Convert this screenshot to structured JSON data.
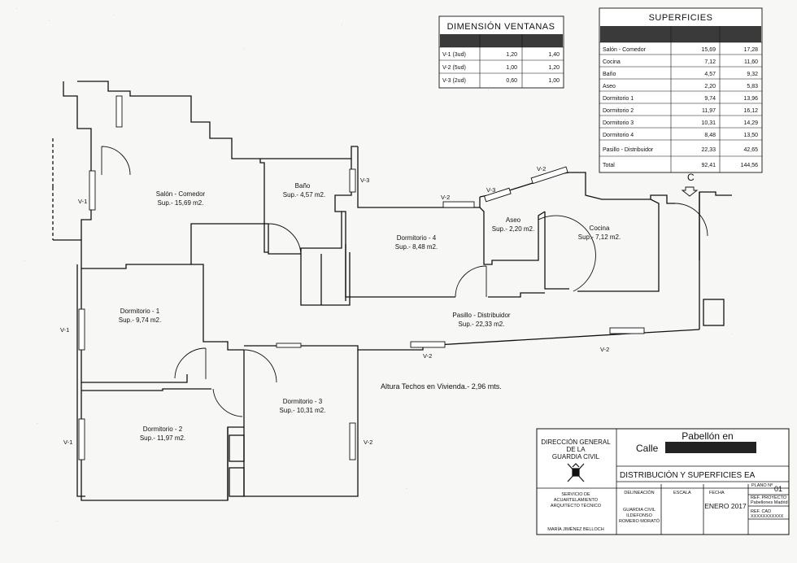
{
  "windows_table": {
    "title": "DIMENSIÓN VENTANAS",
    "rows": [
      {
        "label": "V-1 (3ud)",
        "v1": "1,20",
        "v2": "1,40"
      },
      {
        "label": "V-2 (5ud)",
        "v1": "1,00",
        "v2": "1,20"
      },
      {
        "label": "V-3 (2ud)",
        "v1": "0,60",
        "v2": "1,00"
      }
    ]
  },
  "areas_table": {
    "title": "SUPERFICIES",
    "rows": [
      {
        "label": "Salón - Comedor",
        "v1": "15,69",
        "v2": "17,28"
      },
      {
        "label": "Cocina",
        "v1": "7,12",
        "v2": "11,60"
      },
      {
        "label": "Baño",
        "v1": "4,57",
        "v2": "9,32"
      },
      {
        "label": "Aseo",
        "v1": "2,20",
        "v2": "5,83"
      },
      {
        "label": "Dormitorio 1",
        "v1": "9,74",
        "v2": "13,96"
      },
      {
        "label": "Dormitorio 2",
        "v1": "11,97",
        "v2": "16,12"
      },
      {
        "label": "Dormitorio 3",
        "v1": "10,31",
        "v2": "14,29"
      },
      {
        "label": "Dormitorio 4",
        "v1": "8,48",
        "v2": "13,50"
      },
      {
        "label": "Pasillo - Distribuidor",
        "v1": "22,33",
        "v2": "42,65"
      },
      {
        "label": "Total",
        "v1": "92,41",
        "v2": "144,56"
      }
    ]
  },
  "rooms": {
    "salon": {
      "name": "Salón - Comedor",
      "area": "Sup.- 15,69 m2."
    },
    "bano": {
      "name": "Baño",
      "area": "Sup.- 4,57 m2."
    },
    "dorm4": {
      "name": "Dormitorio - 4",
      "area": "Sup.- 8,48 m2."
    },
    "aseo": {
      "name": "Aseo",
      "area": "Sup.- 2,20 m2."
    },
    "cocina": {
      "name": "Cocina",
      "area": "Sup.- 7,12 m2."
    },
    "pasillo": {
      "name": "Pasillo - Distribuidor",
      "area": "Sup.- 22,33 m2."
    },
    "dorm1": {
      "name": "Dormitorio - 1",
      "area": "Sup.- 9,74 m2."
    },
    "dorm3": {
      "name": "Dormitorio - 3",
      "area": "Sup.- 10,31 m2."
    },
    "dorm2": {
      "name": "Dormitorio - 2",
      "area": "Sup.- 11,97 m2."
    }
  },
  "window_labels": {
    "v1_salon": "V-1",
    "v1_dorm1": "V-1",
    "v1_dorm2": "V-1",
    "v2_dorm3": "V-2",
    "v2_dorm4": "V-2",
    "v2_pasillo_a": "V-2",
    "v2_pasillo_b": "V-2",
    "v2_cocina": "V-2",
    "v3_bano": "V-3",
    "v3_aseo": "V-3"
  },
  "entrance_marker": "C",
  "ceiling_note": "Altura Techos en Vivienda.- 2,96 mts.",
  "title_block": {
    "org_line1": "DIRECCIÓN GENERAL",
    "org_line2": "DE LA",
    "org_line3": "GUARDIA CIVIL",
    "project_line1": "Pabellón en",
    "project_line2": "Calle",
    "drawing_title": "DISTRIBUCIÓN Y SUPERFICIES EA",
    "plan_label": "PLANO Nº",
    "plan_number": "01",
    "service_line1": "SERVICIO DE",
    "service_line2": "ACUARTELAMIENTO",
    "service_line3": "ARQUITECTO TÉCNICO",
    "architect": "MARÍA JIMÉNEZ BELLOCH",
    "delineation_label": "DELINEACIÓN",
    "delineation_line1": "GUARDIA CIVIL",
    "delineation_line2": "ILDEFONSO",
    "delineation_line3": "ROMERO MORATÓ",
    "scale_label": "ESCALA",
    "date_label": "FECHA",
    "date": "ENERO 2017",
    "ref_project_label": "REF. PROYECTO",
    "ref_project_value": "Pabellones Madrid",
    "ref_cad_label": "REF. CAD",
    "ref_cad_value": "XXXXXXXXXXX"
  },
  "colors": {
    "header_fill": "#3a3a3a",
    "redaction": "#222222",
    "paper": "#f7f7f5"
  }
}
